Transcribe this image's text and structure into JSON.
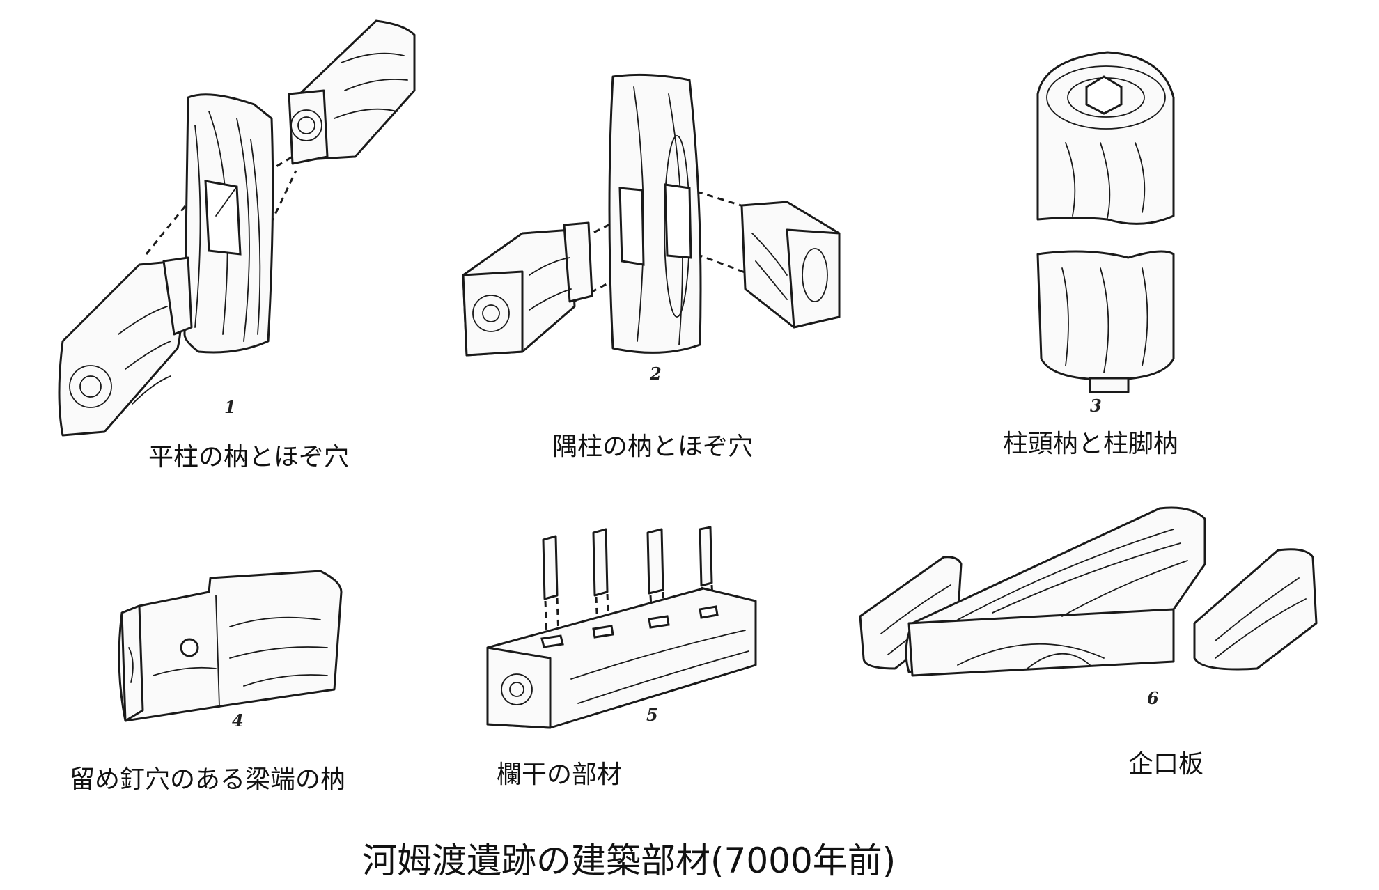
{
  "title": "河姆渡遺跡の建築部材(7000年前)",
  "figures": [
    {
      "number": "1",
      "caption": "平柱の枘とほぞ穴"
    },
    {
      "number": "2",
      "caption": "隅柱の枘とほぞ穴"
    },
    {
      "number": "3",
      "caption": "柱頭枘と柱脚枘"
    },
    {
      "number": "4",
      "caption": "留め釘穴のある梁端の枘"
    },
    {
      "number": "5",
      "caption": "欄干の部材"
    },
    {
      "number": "6",
      "caption": "企口板"
    }
  ]
}
